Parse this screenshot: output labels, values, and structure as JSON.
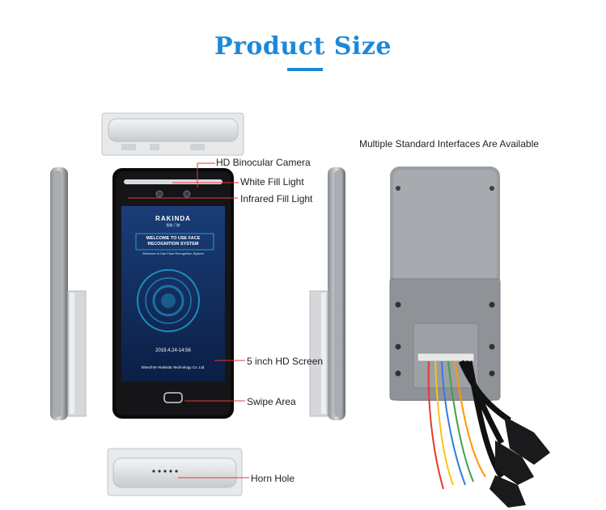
{
  "heading": {
    "title": "Product Size"
  },
  "callouts": {
    "camera": "HD Binocular Camera",
    "white_light": "White Fill Light",
    "ir_light": "Infrared Fill Light",
    "screen": "5 inch HD Screen",
    "swipe": "Swipe Area",
    "horn": "Horn Hole"
  },
  "interfaces": {
    "caption": "Multiple Standard Interfaces Are Available"
  },
  "device_screen": {
    "brand": "RAKINDA",
    "brand_sub": "智能·门禁",
    "welcome_line1": "WELCOME TO USE FACE",
    "welcome_line2": "RECOGNITION SYSTEM",
    "welcome_small": "Welcome to Use Face Recognition System",
    "datetime": "2019.4.24-14:56",
    "company": "Shenzhen Rakinda Technology Co. Ltd.",
    "colors": {
      "screen_bg": "#0f2a5c",
      "screen_accent": "#27b4e8",
      "callout_line": "#e53935",
      "title": "#1e88d8"
    }
  }
}
